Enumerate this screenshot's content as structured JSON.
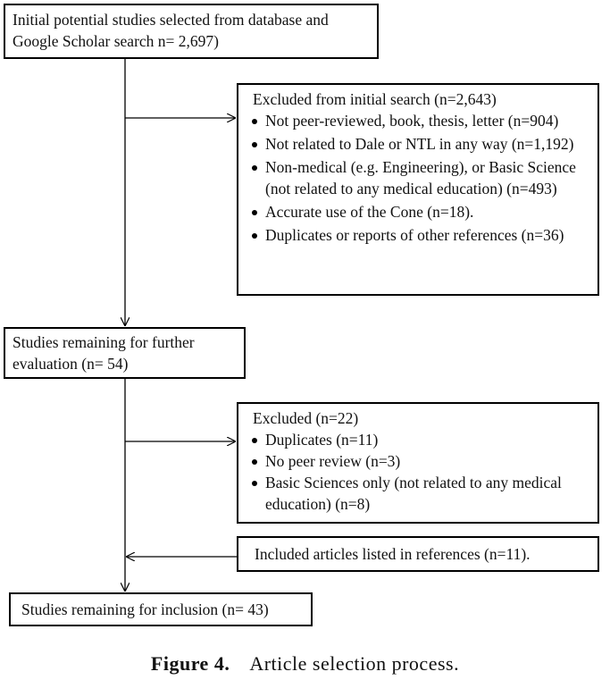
{
  "flowchart": {
    "initial": "Initial potential studies selected from database and Google Scholar search n= 2,697)",
    "excluded_initial": {
      "heading": "Excluded from initial search (n=2,643)",
      "items": [
        "Not peer-reviewed, book, thesis, letter (n=904)",
        "Not related to Dale or NTL in any way (n=1,192)",
        "Non-medical (e.g. Engineering), or Basic Science (not related to any medical education) (n=493)",
        "Accurate use of the Cone (n=18).",
        "Duplicates or reports of other references (n=36)"
      ]
    },
    "remaining_further": "Studies remaining for further evaluation (n= 54)",
    "excluded_second": {
      "heading": "Excluded (n=22)",
      "items": [
        "Duplicates (n=11)",
        "No peer review (n=3)",
        "Basic Sciences only (not related to any medical education) (n=8)"
      ]
    },
    "included_references": "Included articles listed in references (n=11).",
    "remaining_inclusion": "Studies remaining for inclusion (n= 43)"
  },
  "caption": {
    "label": "Figure 4.",
    "text": "Article selection process."
  }
}
